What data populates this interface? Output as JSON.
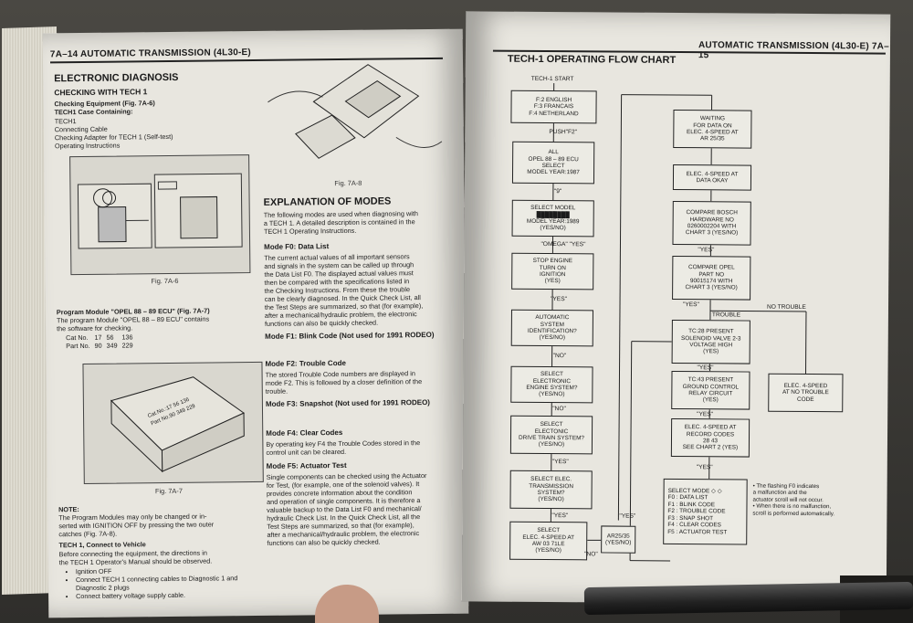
{
  "left_page": {
    "header": "7A–14  AUTOMATIC TRANSMISSION (4L30-E)",
    "section_title": "ELECTRONIC DIAGNOSIS",
    "subsection_title": "CHECKING WITH TECH 1",
    "checking_equipment": "Checking Equipment (Fig. 7A-6)",
    "case_containing": "TECH1 Case Containing:",
    "equipment_items": [
      "TECH1",
      "Connecting Cable",
      "Checking Adapter for TECH 1 (Self-test)",
      "Operating Instructions"
    ],
    "fig6_caption": "Fig. 7A-6",
    "fig8_caption": "Fig. 7A-8",
    "fig7_caption": "Fig. 7A-7",
    "program_module_heading": "Program Module \"OPEL 88 – 89 ECU\" (Fig. 7A-7)",
    "program_module_text": [
      "The program Module \"OPEL 88 – 89 ECU\" contains",
      "the software for checking."
    ],
    "parts_table": [
      [
        "Cat No.",
        "17",
        "56",
        "136"
      ],
      [
        "Part No.",
        "90",
        "349",
        "229"
      ]
    ],
    "module_label_lines": [
      "Cat.No.:17 56 136",
      "Part No.90 349 229"
    ],
    "note_heading": "NOTE:",
    "note_text": [
      "The Program Modules may only be changed or in-",
      "serted with IGNITION OFF by pressing the two outer",
      "catches (Fig. 7A-8)."
    ],
    "connect_heading": "TECH 1, Connect to Vehicle",
    "connect_text": [
      "Before connecting the equipment, the directions in",
      "the TECH 1 Operator's Manual should be observed."
    ],
    "bullets": [
      "Ignition OFF",
      "Connect TECH 1 connecting cables to Diagnostic 1 and Diagnostic 2 plugs",
      "Connect battery voltage supply cable."
    ],
    "explanation_title": "EXPLANATION OF MODES",
    "explanation_text": [
      "The following modes are used when diagnosing with",
      "a TECH 1. A detailed description is contained in the",
      "TECH 1 Operating Instructions."
    ],
    "modes": [
      {
        "title": "Mode F0: Data List",
        "body": [
          "The current actual values of all important sensors",
          "and signals in the system can be called up through",
          "the Data List F0. The displayed actual values must",
          "then be compared with the specifications listed in",
          "the Checking Instructions. From these the trouble",
          "can be clearly diagnosed. In the Quick Check List, all",
          "the Test Steps are summarized, so that (for example),",
          "after a mechanical/hydraulic problem, the electronic",
          "functions can also be quickly checked."
        ]
      },
      {
        "title": "Mode F1: Blink Code (Not used for 1991 RODEO)",
        "body": []
      },
      {
        "title": "Mode F2: Trouble Code",
        "body": [
          "The stored Trouble Code numbers are displayed in",
          "mode F2. This is followed by a closer definition of the",
          "trouble."
        ]
      },
      {
        "title": "Mode F3: Snapshot (Not used for 1991 RODEO)",
        "body": []
      },
      {
        "title": "Mode F4: Clear Codes",
        "body": [
          "By operating key F4 the Trouble Codes stored in the",
          "control unit can be cleared."
        ]
      },
      {
        "title": "Mode F5: Actuator Test",
        "body": [
          "Single components can be checked using the Actuator",
          "for Test, (for example, one of the solenoid valves). It",
          "provides concrete information about the condition",
          "and operation of single components. It is therefore a",
          "valuable backup to the Data List F0 and mechanical/",
          "hydraulic Check List. In the Quick Check List, all the",
          "Test Steps are summarized, so that (for example),",
          "after a mechanical/hydraulic problem, the electronic",
          "functions can also be quickly checked."
        ]
      }
    ]
  },
  "right_page": {
    "header": "AUTOMATIC TRANSMISSION (4L30-E)   7A–15",
    "chart_title": "TECH-1 OPERATING FLOW CHART",
    "start_label": "TECH-1 START",
    "left_column": [
      "F:2 ENGLISH|F:3 FRANCAIS|F:4 NETHERLAND",
      "ALL|OPEL 88 – 89 ECU|SELECT|MODEL YEAR:1987",
      "SELECT MODEL|████████|MODEL YEAR:1989|(YES/NO)",
      "STOP ENGINE|TURN ON|IGNITION|(YES)",
      "AUTOMATIC|SYSTEM|IDENTIFICATION?|(YES/NO)",
      "SELECT|ELECTRONIC|ENGINE SYSTEM?|(YES/NO)",
      "SELECT|ELECTONIC|DRIVE TRAIN SYSTEM?|(YES/NO)",
      "SELECT ELEC.|TRANSMISSION|SYSTEM?|(YES/NO)",
      "SELECT|ELEC. 4-SPEED AT|AW 03 71LE|(YES/NO)"
    ],
    "left_arrows": [
      "PUSH\"F2\"",
      "\"9\"",
      "\"OMEGA\"  \"YES\"",
      "\"YES\"",
      "\"NO\"",
      "\"NO\"",
      "\"YES\"",
      "\"YES\""
    ],
    "ar_box": "AR25/35|(YES/NO)",
    "ar_labels": [
      "\"NO\"",
      "\"YES\""
    ],
    "right_column": [
      "WAITING|FOR DATA ON|ELEC. 4-SPEED AT|AR 25/35",
      "ELEC. 4-SPEED AT|DATA OKAY",
      "COMPARE BOSCH|HARDWARE NO|0260002204 WITH|CHART 3 (YES/NO)",
      "COMPARE OPEL|PART NO|90015174 WITH|CHART 3 (YES/NO)",
      "TC:28 PRESENT|SOLENOID VALVE 2-3|VOLTAGE HIGH|(YES)",
      "TC:43 PRESENT|GROUND CONTROL|RELAY CIRCUIT|(YES)",
      "ELEC. 4-SPEED AT|RECORD CODES|28 43|SEE CHART 2 (YES)",
      "SELECT MODE ◇ ◇|F0 : DATA LIST|F1 : BLINK CODE|F2 : TROUBLE CODE|F3 : SNAP SHOT|F4 : CLEAR CODES|F5 : ACTUATOR TEST"
    ],
    "right_arrows": [
      "\"YES\"",
      "\"YES\"",
      "\"YES\"",
      "\"YES\"",
      "\"YES\""
    ],
    "trouble_label": "TROUBLE",
    "no_trouble_label": "NO TROUBLE",
    "no_trouble_box": "ELEC. 4-SPEED|AT NO TROUBLE|CODE",
    "notes": [
      "• The flashing F0 indicates",
      "  a malfunction and the",
      "  actuator scroll will not occur.",
      "• When there is no malfunction,",
      "  scroll is performed automatically."
    ]
  }
}
